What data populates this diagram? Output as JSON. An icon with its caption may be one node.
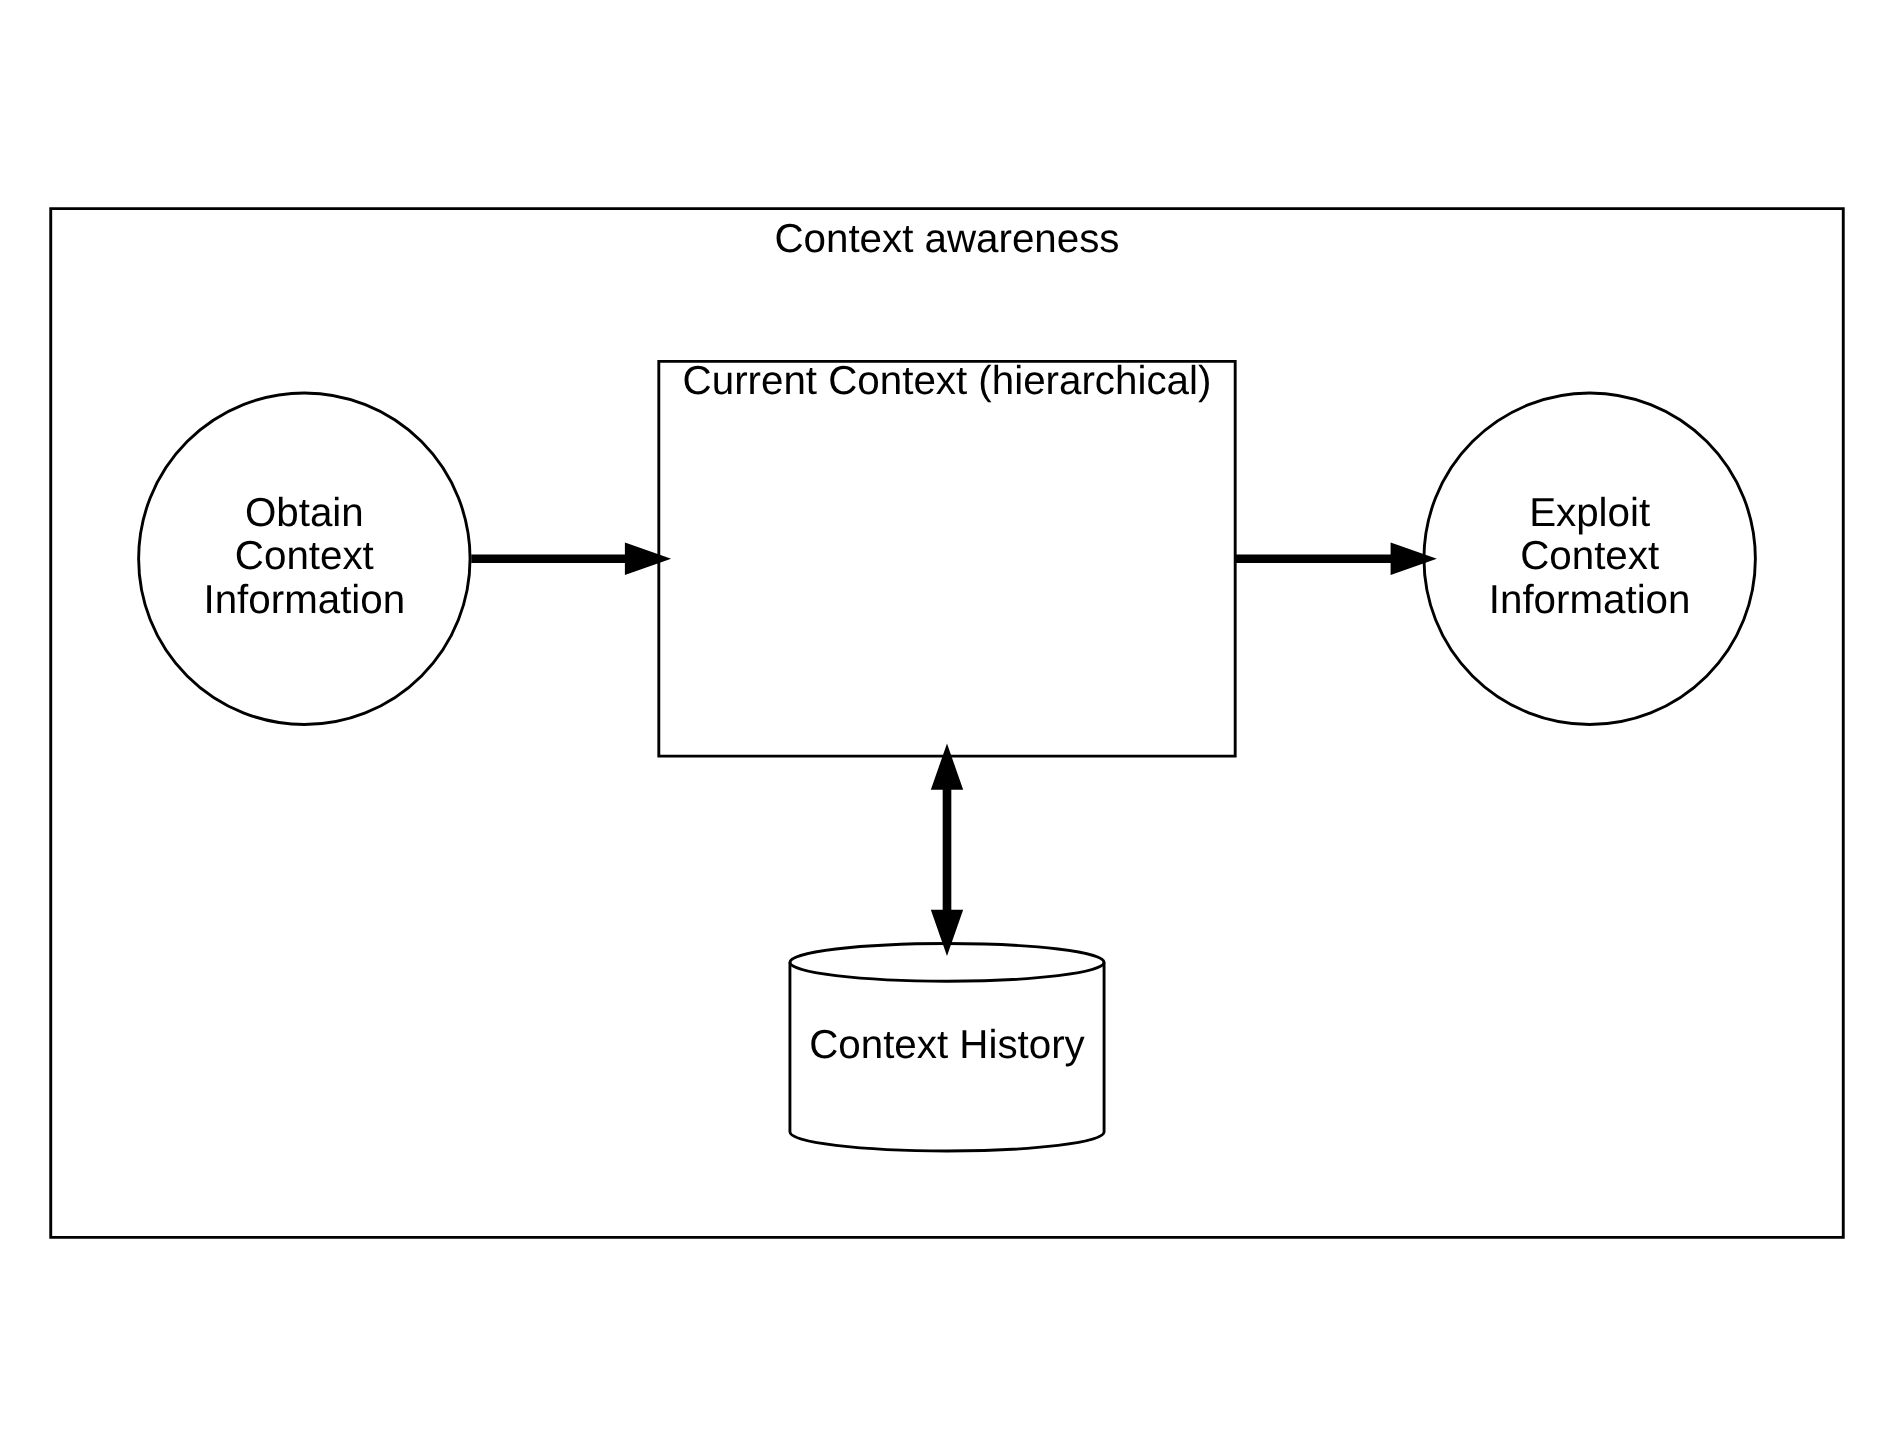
{
  "diagram": {
    "nodes": [
      {
        "text": [
          "Context awareness"
        ]
      },
      {
        "text": [
          "Obtain Context Information"
        ],
        "in": 0
      },
      {
        "text": [
          "Current Context (hierarchical)"
        ],
        "in": 0
      },
      {
        "text": [
          "Exploit Context Information"
        ],
        "in": 0
      },
      {
        "text": [
          "Context History"
        ],
        "in": 0
      }
    ],
    "edges": [
      {
        "from": 1,
        "to": 2,
        "arrow": "to"
      },
      {
        "from": 2,
        "to": 3,
        "arrow": "to"
      },
      {
        "from": 2,
        "to": 4,
        "arrow": "both"
      }
    ]
  }
}
